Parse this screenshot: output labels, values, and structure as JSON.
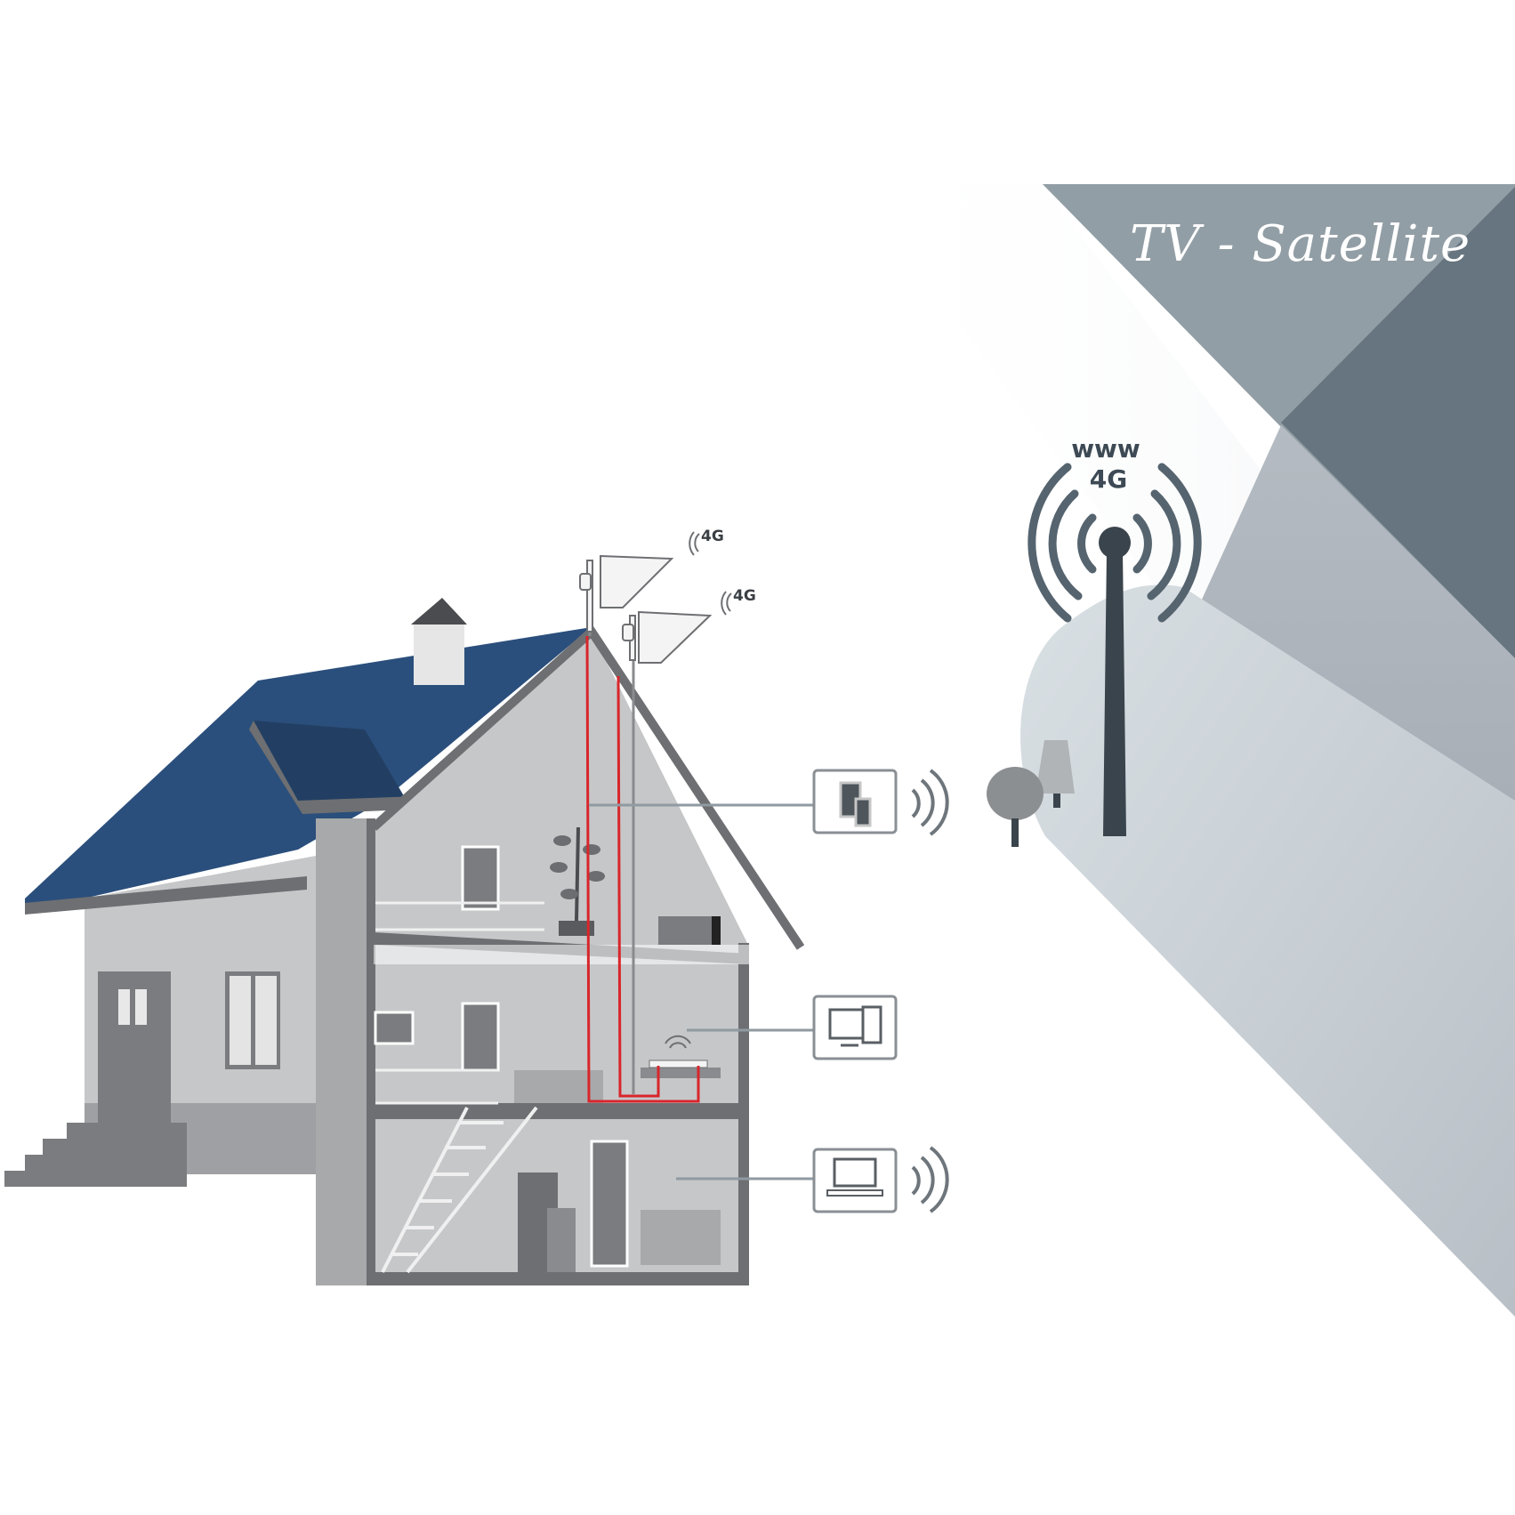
{
  "header": {
    "title": "TV - Satellite"
  },
  "tower": {
    "label_top": "www",
    "label_bottom": "4G"
  },
  "antennas": [
    {
      "label": "4G"
    },
    {
      "label": "4G"
    }
  ],
  "devices": [
    {
      "name": "tablet-phone",
      "wireless": true
    },
    {
      "name": "desktop-computer",
      "wireless": false
    },
    {
      "name": "laptop",
      "wireless": true
    }
  ],
  "colors": {
    "roof": "#2b4f7c",
    "roof_dark": "#223f63",
    "house_wall": "#c6c7c9",
    "house_dark": "#6e6f72",
    "cable": "#d8262b",
    "panel_mid": "#929ea5",
    "panel_dark": "#66757f",
    "glow": "#d6dde1",
    "tower": "#3a444c"
  }
}
